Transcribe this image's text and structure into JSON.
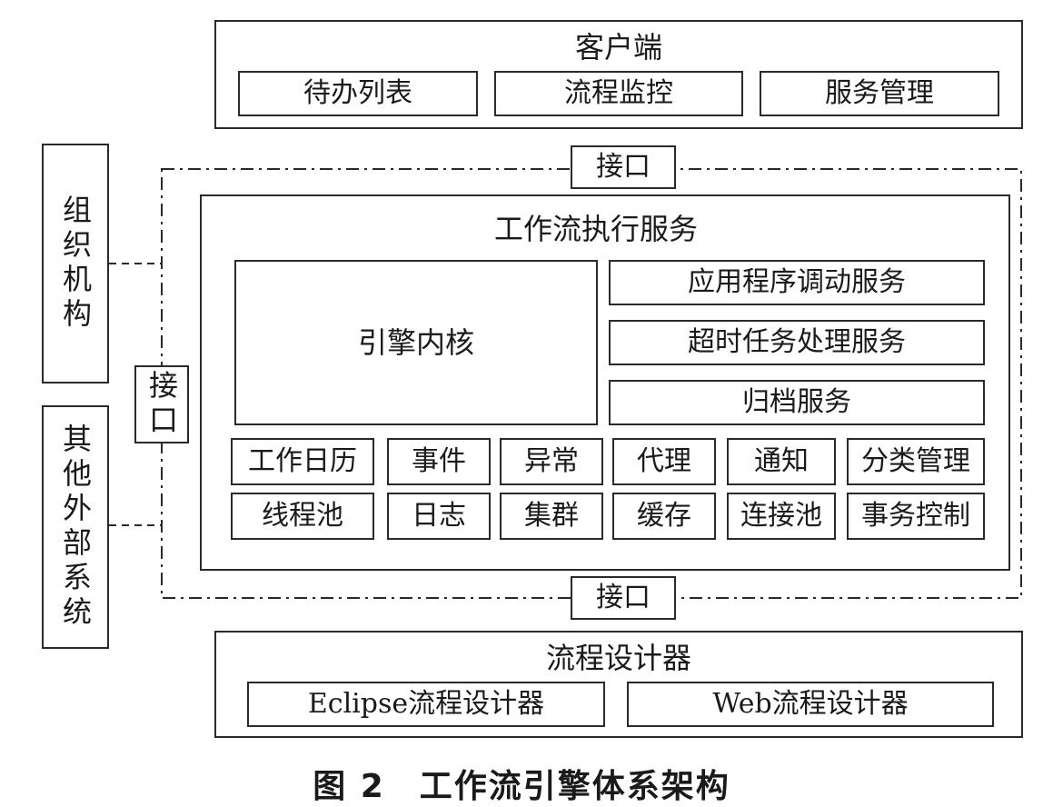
{
  "client": {
    "title": "客户端",
    "items": [
      "待办列表",
      "流程监控",
      "服务管理"
    ]
  },
  "interface_label": "接口",
  "org": {
    "label": "组织机构"
  },
  "external": {
    "label": "其他外部系统"
  },
  "exec": {
    "title": "工作流执行服务",
    "engine_core": "引擎内核",
    "services": [
      "应用程序调动服务",
      "超时任务处理服务",
      "归档服务"
    ],
    "modules_row1": [
      "工作日历",
      "事件",
      "异常",
      "代理",
      "通知",
      "分类管理"
    ],
    "modules_row2": [
      "线程池",
      "日志",
      "集群",
      "缓存",
      "连接池",
      "事务控制"
    ]
  },
  "designer": {
    "title": "流程设计器",
    "items": [
      "Eclipse流程设计器",
      "Web流程设计器"
    ]
  },
  "caption": "图 2　工作流引擎体系架构"
}
